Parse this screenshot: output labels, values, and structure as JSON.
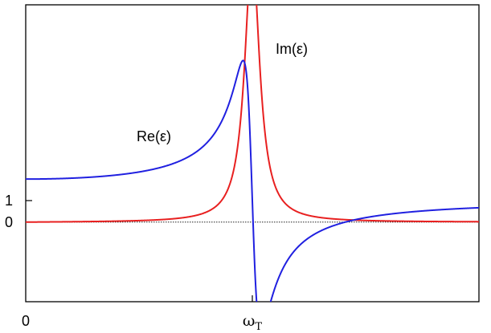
{
  "chart_data": {
    "type": "line",
    "title": "",
    "xlabel": "",
    "ylabel": "",
    "xlim": [
      0,
      2
    ],
    "ylim": [
      -3.7,
      10.1
    ],
    "x_ticks": [
      {
        "value": 0,
        "label": "0",
        "sub": ""
      },
      {
        "value": 1,
        "label": "ω",
        "sub": "T"
      }
    ],
    "y_ticks": [
      {
        "value": 0,
        "label": "0"
      },
      {
        "value": 1,
        "label": "1"
      }
    ],
    "baseline": {
      "y": 0,
      "style": "dotted"
    },
    "grid": false,
    "legend": "none",
    "model": {
      "eps_inf": 1,
      "eps_static": 2,
      "omega_T": 1,
      "gamma": 0.08
    },
    "series": [
      {
        "name": "Re(ε)",
        "key": "re",
        "color": "#2020e0"
      },
      {
        "name": "Im(ε)",
        "key": "im",
        "color": "#e82020"
      }
    ]
  }
}
